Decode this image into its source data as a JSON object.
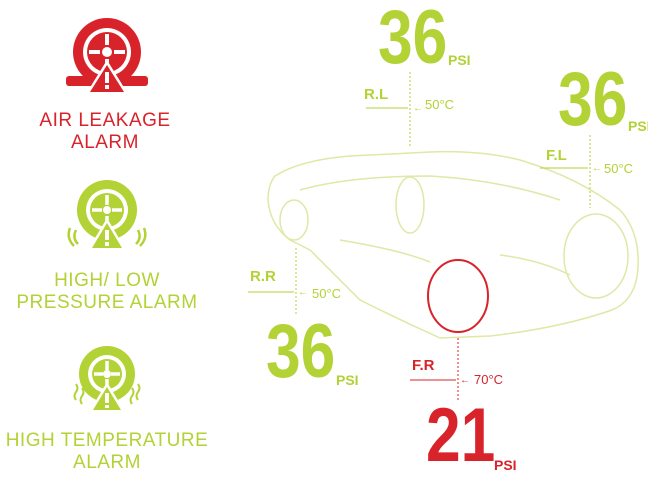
{
  "alarms": [
    {
      "line1": "AIR LEAKAGE",
      "line2": "ALARM",
      "icon": "tire-air-leak-icon",
      "color": "#d8232a"
    },
    {
      "line1": "HIGH/ LOW",
      "line2": "PRESSURE ALARM",
      "icon": "tire-pressure-icon",
      "color": "#b2d235"
    },
    {
      "line1": "HIGH TEMPERATURE",
      "line2": "ALARM",
      "icon": "tire-temperature-icon",
      "color": "#b2d235"
    }
  ],
  "tires": {
    "rl": {
      "tag": "R.L",
      "pressure": "36",
      "unit": "PSI",
      "temp": "50°C",
      "status_color": "#b2d235"
    },
    "fl": {
      "tag": "F.L",
      "pressure": "36",
      "unit": "PSI",
      "temp": "50°C",
      "status_color": "#b2d235"
    },
    "rr": {
      "tag": "R.R",
      "pressure": "36",
      "unit": "PSI",
      "temp": "50°C",
      "status_color": "#b2d235"
    },
    "fr": {
      "tag": "F.R",
      "pressure": "21",
      "unit": "PSI",
      "temp": "70°C",
      "status_color": "#d8232a"
    }
  },
  "colors": {
    "alert": "#d8232a",
    "normal": "#b2d235",
    "outline": "#dfe8a6"
  }
}
